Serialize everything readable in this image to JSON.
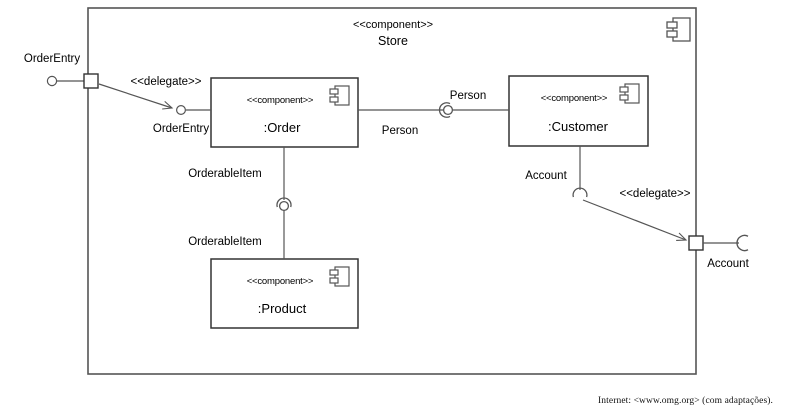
{
  "diagram": {
    "kind": "uml-component-diagram",
    "colors": {
      "line": "#555555",
      "box_border": "#333333",
      "frame_border": "#555555",
      "text": "#000000",
      "background": "#ffffff"
    },
    "frame": {
      "stereotype": "<<component>>",
      "name": "Store",
      "icon": "component-icon"
    },
    "components": [
      {
        "id": "order",
        "stereotype": "<<component>>",
        "name": ":Order",
        "icon": "component-icon"
      },
      {
        "id": "customer",
        "stereotype": "<<component>>",
        "name": ":Customer",
        "icon": "component-icon"
      },
      {
        "id": "product",
        "stereotype": "<<component>>",
        "name": ":Product",
        "icon": "component-icon"
      }
    ],
    "external_interfaces": [
      {
        "id": "order-entry-external",
        "label": "OrderEntry",
        "kind": "provided-lollipop",
        "side": "left"
      },
      {
        "id": "account-external",
        "label": "Account",
        "kind": "required-socket",
        "side": "right"
      }
    ],
    "ports": [
      {
        "id": "port-order-entry",
        "label": "OrderEntry"
      },
      {
        "id": "port-account",
        "label": "Account"
      }
    ],
    "connectors": [
      {
        "id": "delegate-order-entry",
        "stereotype": "<<delegate>>",
        "from": "port-order-entry",
        "to": "order",
        "interface": "OrderEntry"
      },
      {
        "id": "assembly-person",
        "provided_label": "Person",
        "required_label": "Person",
        "from": "order",
        "to": "customer"
      },
      {
        "id": "assembly-orderable-item",
        "provided_label": "OrderableItem",
        "required_label": "OrderableItem",
        "from": "order",
        "to": "product"
      },
      {
        "id": "delegate-account",
        "stereotype": "<<delegate>>",
        "from": "customer",
        "to": "port-account",
        "interface": "Account"
      }
    ],
    "labels": {
      "order_entry_external": "OrderEntry",
      "order_entry_inner": "OrderEntry",
      "delegate_left": "<<delegate>>",
      "person_top": "Person",
      "person_bottom": "Person",
      "orderable_item_top": "OrderableItem",
      "orderable_item_bottom": "OrderableItem",
      "account_inner": "Account",
      "delegate_right": "<<delegate>>",
      "account_external": "Account"
    }
  },
  "footer": {
    "source_note": "Internet: <www.omg.org> (com adaptações)."
  }
}
